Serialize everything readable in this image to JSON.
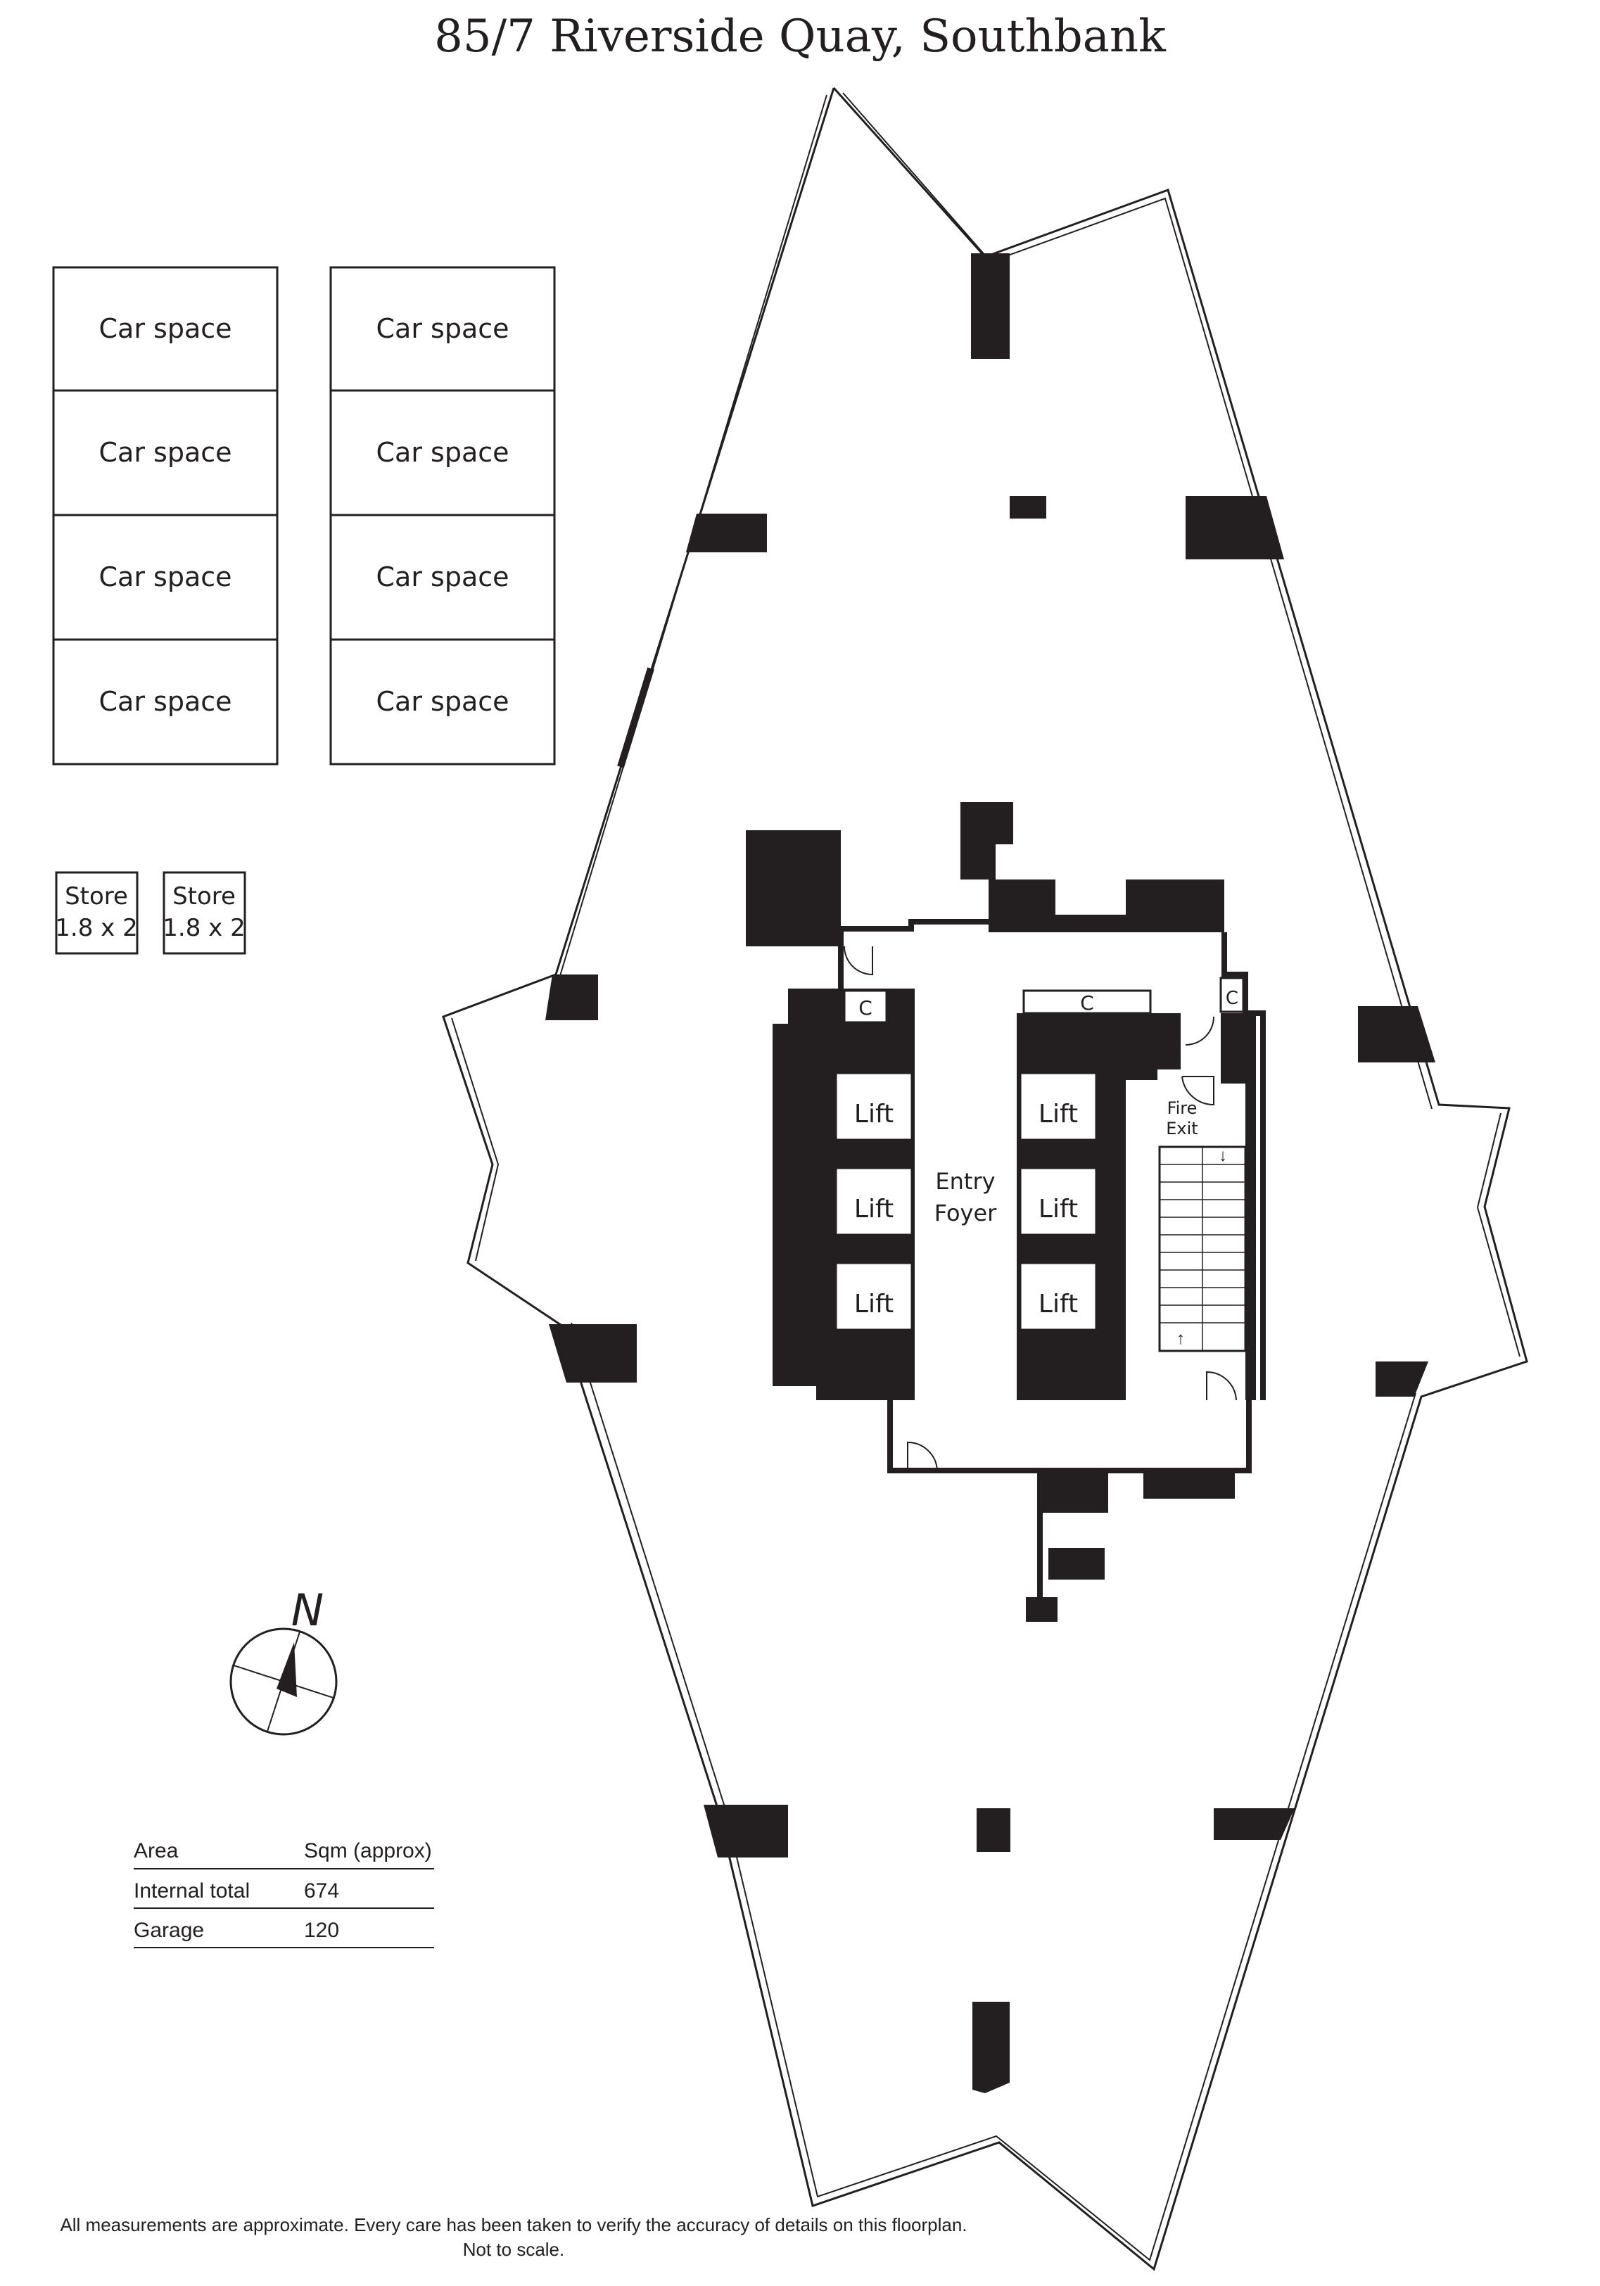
{
  "title": "85/7 Riverside Quay, Southbank",
  "car_spaces": [
    "Car space",
    "Car space",
    "Car space",
    "Car space",
    "Car space",
    "Car space",
    "Car space",
    "Car space"
  ],
  "stores": [
    {
      "name": "Store",
      "size": "1.8 x 2"
    },
    {
      "name": "Store",
      "size": "1.8 x 2"
    }
  ],
  "rooms": {
    "lift": "Lift",
    "cupboard": "C",
    "entry_line1": "Entry",
    "entry_line2": "Foyer",
    "fire_line1": "Fire",
    "fire_line2": "Exit"
  },
  "compass": {
    "north": "N"
  },
  "area_table": {
    "headers": [
      "Area",
      "Sqm (approx)"
    ],
    "rows": [
      {
        "name": "Internal total",
        "value": "674"
      },
      {
        "name": "Garage",
        "value": "120"
      }
    ]
  },
  "disclaimer": {
    "line1": "All measurements are approximate. Every care has been taken to verify the accuracy of details on this floorplan.",
    "line2": "Not to scale."
  },
  "colors": {
    "ink": "#231f20",
    "paper": "#ffffff"
  }
}
